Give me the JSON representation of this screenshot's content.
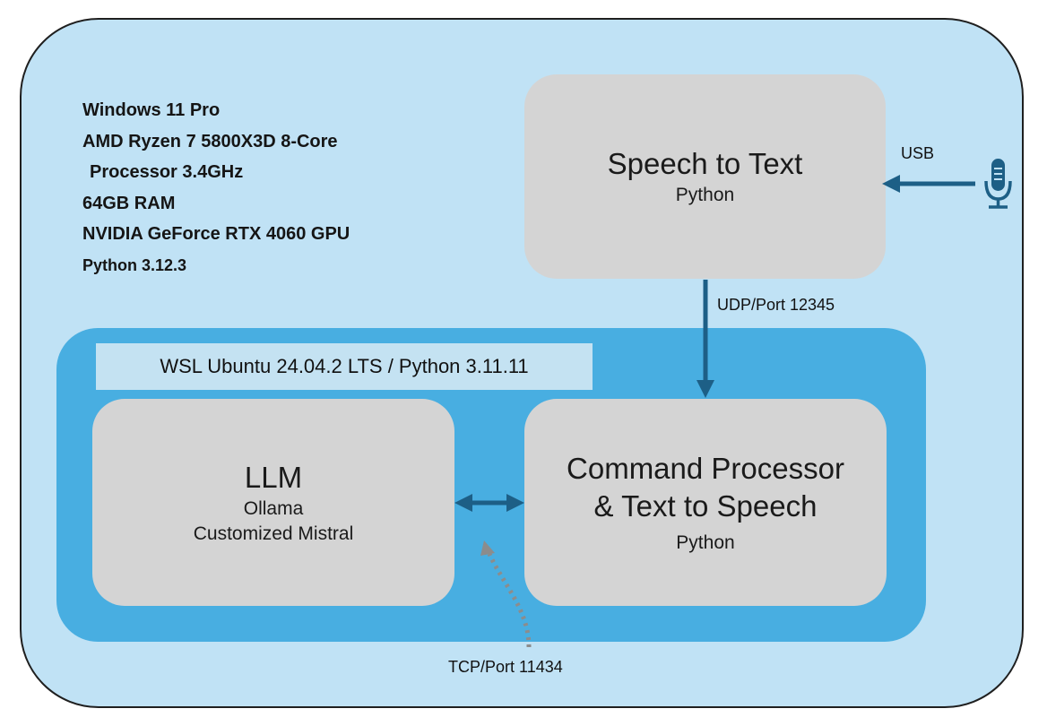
{
  "host": {
    "specs": [
      "Windows 11 Pro",
      "AMD Ryzen 7 5800X3D 8-Core",
      "Processor 3.4GHz",
      "64GB RAM",
      "NVIDIA GeForce RTX 4060 GPU",
      "Python 3.12.3"
    ]
  },
  "speech_to_text": {
    "title": "Speech to Text",
    "subtitle": "Python"
  },
  "wsl": {
    "label": "WSL Ubuntu 24.04.2 LTS / Python 3.11.11"
  },
  "llm": {
    "title": "LLM",
    "line1": "Ollama",
    "line2": "Customized Mistral"
  },
  "command_processor": {
    "title_line1": "Command Processor",
    "title_line2": "& Text to Speech",
    "subtitle": "Python"
  },
  "connections": {
    "usb": "USB",
    "udp": "UDP/Port 12345",
    "tcp": "TCP/Port 11434"
  },
  "icons": {
    "input_device": "microphone-icon"
  },
  "colors": {
    "host_fill": "#c0e2f5",
    "wsl_fill": "#48aee1",
    "box_fill": "#d4d4d4",
    "arrow": "#1d5f86",
    "dotted_arrow": "#8c8c8c"
  }
}
